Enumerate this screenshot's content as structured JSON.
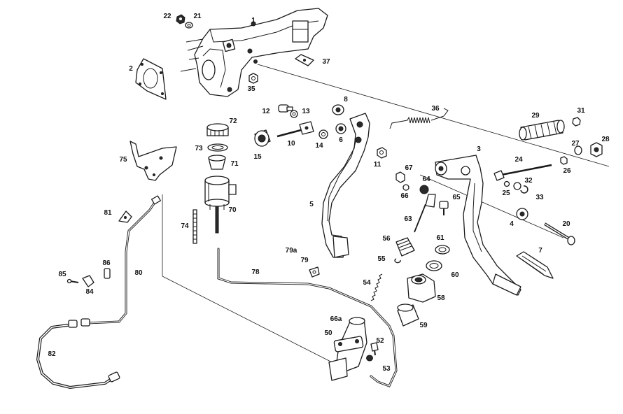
{
  "diagram": {
    "callouts": [
      {
        "id": "p22",
        "text": "22"
      },
      {
        "id": "p21",
        "text": "21"
      },
      {
        "id": "p1",
        "text": "1"
      },
      {
        "id": "p2",
        "text": "2"
      },
      {
        "id": "p37",
        "text": "37"
      },
      {
        "id": "p35",
        "text": "35"
      },
      {
        "id": "p8",
        "text": "8"
      },
      {
        "id": "p12",
        "text": "12"
      },
      {
        "id": "p13",
        "text": "13"
      },
      {
        "id": "p72",
        "text": "72"
      },
      {
        "id": "p36",
        "text": "36"
      },
      {
        "id": "p29",
        "text": "29"
      },
      {
        "id": "p31",
        "text": "31"
      },
      {
        "id": "p28",
        "text": "28"
      },
      {
        "id": "p27",
        "text": "27"
      },
      {
        "id": "p26",
        "text": "26"
      },
      {
        "id": "p73",
        "text": "73"
      },
      {
        "id": "p15",
        "text": "15"
      },
      {
        "id": "p10",
        "text": "10"
      },
      {
        "id": "p14",
        "text": "14"
      },
      {
        "id": "p6",
        "text": "6"
      },
      {
        "id": "p11",
        "text": "11"
      },
      {
        "id": "p3",
        "text": "3"
      },
      {
        "id": "p24",
        "text": "24"
      },
      {
        "id": "p75",
        "text": "75"
      },
      {
        "id": "p71",
        "text": "71"
      },
      {
        "id": "p67",
        "text": "67"
      },
      {
        "id": "p64",
        "text": "64"
      },
      {
        "id": "p66",
        "text": "66"
      },
      {
        "id": "p65",
        "text": "65"
      },
      {
        "id": "p32",
        "text": "32"
      },
      {
        "id": "p25",
        "text": "25"
      },
      {
        "id": "p33",
        "text": "33"
      },
      {
        "id": "p5",
        "text": "5"
      },
      {
        "id": "p70",
        "text": "70"
      },
      {
        "id": "p81",
        "text": "81"
      },
      {
        "id": "p74",
        "text": "74"
      },
      {
        "id": "p63",
        "text": "63"
      },
      {
        "id": "p4",
        "text": "4"
      },
      {
        "id": "p20",
        "text": "20"
      },
      {
        "id": "p61",
        "text": "61"
      },
      {
        "id": "p56",
        "text": "56"
      },
      {
        "id": "p79a",
        "text": "79a"
      },
      {
        "id": "p79",
        "text": "79"
      },
      {
        "id": "p7",
        "text": "7"
      },
      {
        "id": "p55",
        "text": "55"
      },
      {
        "id": "p78",
        "text": "78"
      },
      {
        "id": "p86",
        "text": "86"
      },
      {
        "id": "p80",
        "text": "80"
      },
      {
        "id": "p85",
        "text": "85"
      },
      {
        "id": "p84",
        "text": "84"
      },
      {
        "id": "p60",
        "text": "60"
      },
      {
        "id": "p54",
        "text": "54"
      },
      {
        "id": "p58",
        "text": "58"
      },
      {
        "id": "p66a",
        "text": "66a"
      },
      {
        "id": "p59",
        "text": "59"
      },
      {
        "id": "p50",
        "text": "50"
      },
      {
        "id": "p52",
        "text": "52"
      },
      {
        "id": "p82",
        "text": "82"
      },
      {
        "id": "p53",
        "text": "53"
      }
    ]
  }
}
